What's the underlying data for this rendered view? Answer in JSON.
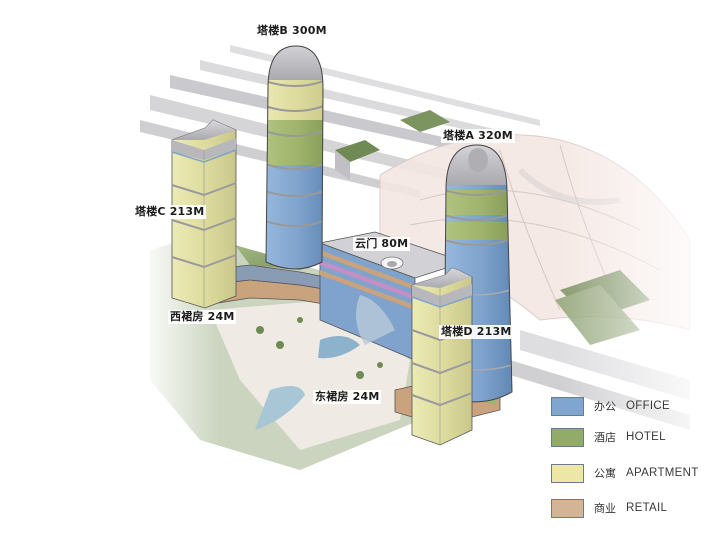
{
  "towers": [
    {
      "id": "B",
      "label": "塔楼B 300M",
      "height_m": 300
    },
    {
      "id": "A",
      "label": "塔楼A 320M",
      "height_m": 320
    },
    {
      "id": "C",
      "label": "塔楼C 213M",
      "height_m": 213
    },
    {
      "id": "D",
      "label": "塔楼D 213M",
      "height_m": 213
    }
  ],
  "podiums": [
    {
      "id": "cloud_gate",
      "label": "云门 80M",
      "height_m": 80
    },
    {
      "id": "west_podium",
      "label": "西裙房 24M",
      "height_m": 24
    },
    {
      "id": "east_podium",
      "label": "东裙房 24M",
      "height_m": 24
    }
  ],
  "legend": {
    "items": [
      {
        "zh": "办公",
        "en": "OFFICE",
        "color": "#7fa6cf"
      },
      {
        "zh": "酒店",
        "en": "HOTEL",
        "color": "#92aa6a"
      },
      {
        "zh": "公寓",
        "en": "APARTMENT",
        "color": "#ece7a6"
      },
      {
        "zh": "商业",
        "en": "RETAIL",
        "color": "#d4b497"
      }
    ]
  },
  "colors": {
    "office": "#7fa6cf",
    "hotel": "#9db46f",
    "apartment": "#e0e0a0",
    "retail": "#c9a27e",
    "roof": "#c8c8cc",
    "station_roof": "#f3e6e2"
  }
}
